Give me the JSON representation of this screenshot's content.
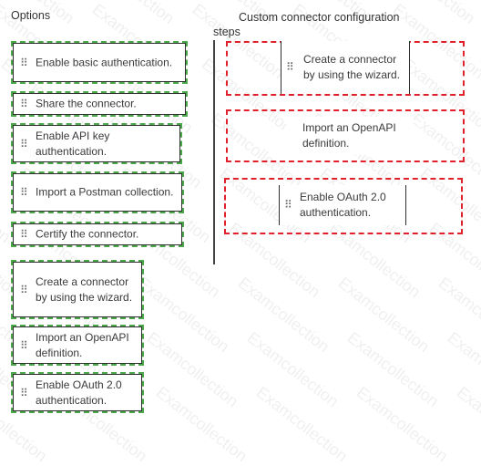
{
  "headings": {
    "options": "Options",
    "steps_line1": "Custom connector configuration",
    "steps_line2": "steps"
  },
  "options": [
    {
      "label": "Enable basic authentication."
    },
    {
      "label": "Share the connector."
    },
    {
      "label": "Enable API key authentication."
    },
    {
      "label": "Import a Postman collection."
    },
    {
      "label": "Certify the connector."
    },
    {
      "label": "Create a connector by using the wizard."
    },
    {
      "label": "Import an OpenAPI definition."
    },
    {
      "label": "Enable OAuth 2.0 authentication."
    }
  ],
  "steps": [
    {
      "label": "Create a connector by using the wizard."
    },
    {
      "label": "Import an OpenAPI definition."
    },
    {
      "label": "Enable OAuth 2.0 authentication."
    }
  ],
  "drag_handle_glyph": "⠿",
  "watermark_text": "Examcollection",
  "colors": {
    "option_outline": "#4aa84a",
    "step_outline": "#e0202a",
    "card_border": "#2f2f2f"
  }
}
